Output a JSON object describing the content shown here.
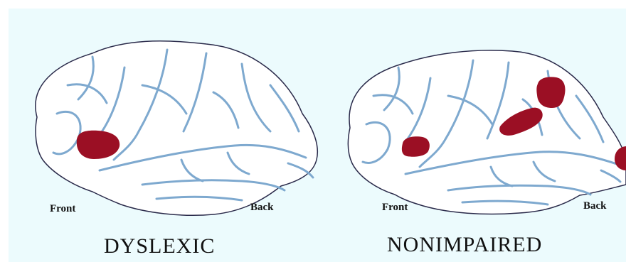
{
  "colors": {
    "background": "#ecfbfd",
    "brain_fill": "#ffffff",
    "brain_outline": "#2a2a4a",
    "sulci": "#7ea9cf",
    "activation": "#9b0f24"
  },
  "left_panel": {
    "caption": "DYSLEXIC",
    "front_label": "Front",
    "back_label": "Back"
  },
  "right_panel": {
    "caption": "NONIMPAIRED",
    "front_label": "Front",
    "back_label": "Back"
  }
}
